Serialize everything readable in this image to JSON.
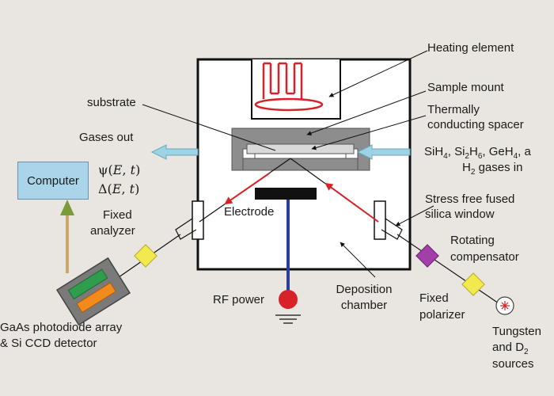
{
  "labels": {
    "heating_element": "Heating element",
    "sample_mount": "Sample mount",
    "spacer_l1": "Thermally",
    "spacer_l2": "conducting spacer",
    "substrate": "substrate",
    "gases_out": "Gases out",
    "gases_in_l1_a": "SiH",
    "gases_in_l1_b": "4",
    "gases_in_l1_c": ", Si",
    "gases_in_l1_d": "2",
    "gases_in_l1_e": "H",
    "gases_in_l1_f": "6",
    "gases_in_l1_g": ", GeH",
    "gases_in_l1_h": "4",
    "gases_in_l1_i": ", a",
    "gases_in_l2_a": "H",
    "gases_in_l2_b": "2",
    "gases_in_l2_c": " gases in",
    "computer": "Computer",
    "psi_sym": "ψ(",
    "psi_e": "E",
    "psi_comma": ", ",
    "psi_t": "t",
    "psi_close": ")",
    "delta_sym": "Δ(",
    "delta_e": "E",
    "delta_comma": ", ",
    "delta_t": "t",
    "delta_close": ")",
    "fixed_analyzer_l1": "Fixed",
    "fixed_analyzer_l2": "analyzer",
    "electrode": "Electrode",
    "window_l1": "Stress free fused",
    "window_l2": "silica window",
    "rotating_l1": "Rotating",
    "rotating_l2": "compensator",
    "rf_power": "RF power",
    "deposition_l1": "Deposition",
    "deposition_l2": "chamber",
    "fixed_polarizer_l1": "Fixed",
    "fixed_polarizer_l2": "polarizer",
    "detector_l1": "GaAs photodiode array",
    "detector_l2": "& Si CCD detector",
    "sources_l1": "Tungsten",
    "sources_l2_a": "and D",
    "sources_l2_b": "2",
    "sources_l3": "sources"
  },
  "colors": {
    "background": "#e9e6e1",
    "chamber_wall": "#111111",
    "heater": "#d8222a",
    "mount": "#8d8d8d",
    "gas_arrow": "#9ed3e6",
    "beam": "#d8222a",
    "rf_line": "#2b3f9a",
    "rf_dot": "#d8222a",
    "polarizer": "#f2e94e",
    "compensator": "#a23fa8",
    "computer": "#a9d4ea",
    "detector_body": "#7a7a7a",
    "detector_green": "#2e9e4e",
    "detector_orange": "#f28a1c",
    "data_arrow": "#c9a86b"
  }
}
